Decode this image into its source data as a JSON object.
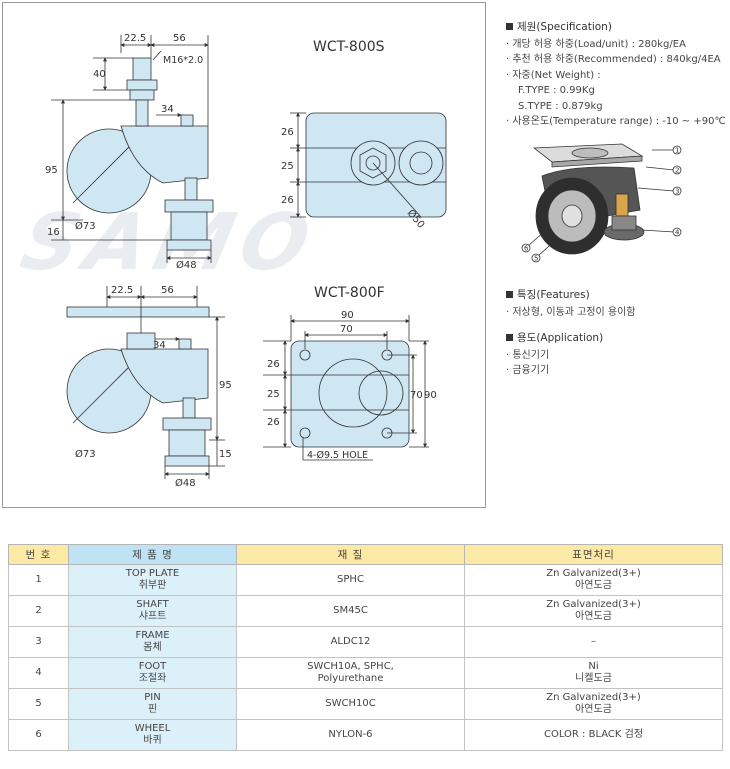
{
  "brand_watermark": "SAMO",
  "drawings": {
    "top_model": "WCT-800S",
    "bottom_model": "WCT-800F",
    "s_side": {
      "dim_width_a": "22.5",
      "dim_width_b": "56",
      "dim_height_top": "40",
      "thread": "M16*2.0",
      "dim_34": "34",
      "dim_height": "95",
      "dim_16": "16",
      "dia_wheel": "Ø73",
      "dia_foot": "Ø48"
    },
    "s_top": {
      "d1": "26",
      "d2": "25",
      "d3": "26",
      "dia": "Ø50"
    },
    "f_side": {
      "dim_width_a": "22.5",
      "dim_width_b": "56",
      "dim_34": "34",
      "dim_height": "95",
      "dim_15": "15",
      "dia_wheel": "Ø73",
      "dia_foot": "Ø48"
    },
    "f_top": {
      "w_outer": "90",
      "w_inner": "70",
      "d1": "26",
      "d2": "25",
      "d3": "26",
      "h_inner": "70",
      "h_outer": "90",
      "hole": "4-Ø9.5 HOLE"
    }
  },
  "spec": {
    "heading": "제원(Specification)",
    "lines": [
      "· 개당 허용 하중(Load/unit) : 280kg/EA",
      "· 추천 허용 하중(Recommended) : 840kg/4EA",
      "· 자중(Net Weight) :"
    ],
    "sub_lines": [
      "F.TYPE : 0.99Kg",
      "S.TYPE : 0.879kg"
    ],
    "temp_line": "· 사용온도(Temperature range) : -10 ~ +90℃"
  },
  "callouts": [
    "1",
    "2",
    "3",
    "4",
    "5",
    "6"
  ],
  "features": {
    "heading": "특징(Features)",
    "items": [
      "· 저상형, 이동과 고정이 용이함"
    ]
  },
  "application": {
    "heading": "용도(Application)",
    "items": [
      "· 통신기기",
      "· 금융기기"
    ]
  },
  "table": {
    "headers": [
      "번 호",
      "제 품 명",
      "재 질",
      "표면처리"
    ],
    "rows": [
      {
        "no": "1",
        "name_en": "TOP PLATE",
        "name_ko": "취부판",
        "material": "SPHC",
        "material2": "",
        "surface": "Zn Galvanized(3+)",
        "surface2": "아연도금"
      },
      {
        "no": "2",
        "name_en": "SHAFT",
        "name_ko": "샤프트",
        "material": "SM45C",
        "material2": "",
        "surface": "Zn Galvanized(3+)",
        "surface2": "아연도금"
      },
      {
        "no": "3",
        "name_en": "FRAME",
        "name_ko": "몸체",
        "material": "ALDC12",
        "material2": "",
        "surface": "–",
        "surface2": ""
      },
      {
        "no": "4",
        "name_en": "FOOT",
        "name_ko": "조절좌",
        "material": "SWCH10A, SPHC,",
        "material2": "Polyurethane",
        "surface": "Ni",
        "surface2": "니켈도금"
      },
      {
        "no": "5",
        "name_en": "PIN",
        "name_ko": "핀",
        "material": "SWCH10C",
        "material2": "",
        "surface": "Zn Galvanized(3+)",
        "surface2": "아연도금"
      },
      {
        "no": "6",
        "name_en": "WHEEL",
        "name_ko": "바퀴",
        "material": "NYLON-6",
        "material2": "",
        "surface": "COLOR : BLACK 검정",
        "surface2": ""
      }
    ]
  }
}
